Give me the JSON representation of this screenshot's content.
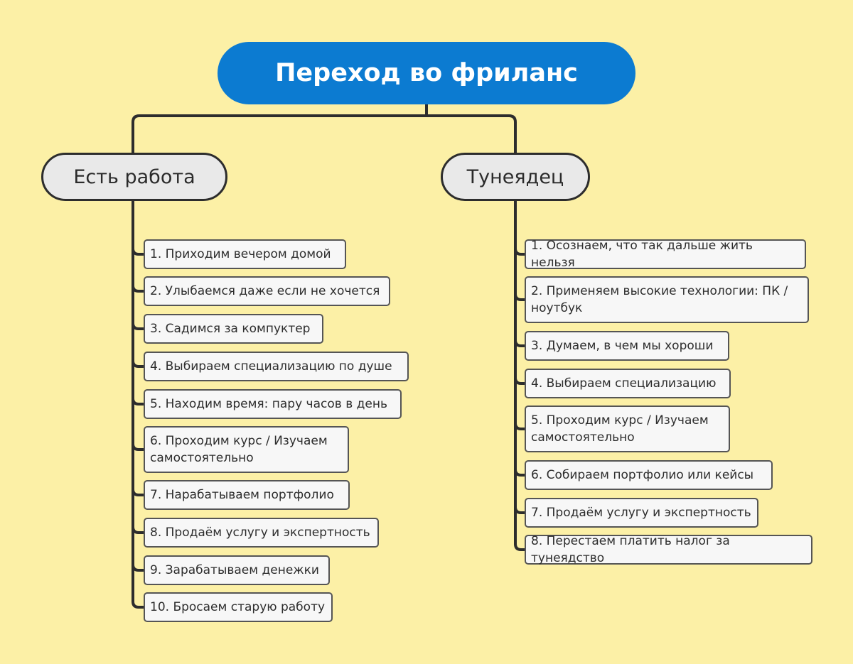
{
  "diagram": {
    "title": "Переход во фриланс",
    "branches": [
      {
        "label": "Есть работа",
        "items": [
          "1. Приходим вечером домой",
          "2. Улыбаемся даже если не хочется",
          "3. Садимся за компуктер",
          "4. Выбираем специализацию по душе",
          "5. Находим время: пару часов в день",
          "6. Проходим курс / Изучаем\nсамостоятельно",
          "7. Нарабатываем портфолио",
          "8. Продаём услугу и экспертность",
          "9. Зарабатываем денежки",
          "10. Бросаем старую работу"
        ]
      },
      {
        "label": "Тунеядец",
        "items": [
          "1. Осознаем, что так дальше жить нельзя",
          "2. Применяем высокие технологии: ПК /\nноутбук",
          "3. Думаем, в чем мы хороши",
          "4. Выбираем специализацию",
          "5. Проходим курс / Изучаем\nсамостоятельно",
          "6. Собираем портфолио или кейсы",
          "7. Продаём услугу и экспертность",
          "8. Перестаем платить налог за тунеядство"
        ]
      }
    ],
    "colors": {
      "background": "#fcf0a6",
      "root_fill": "#0c7bd1",
      "root_text": "#ffffff",
      "branch_fill": "#e9e9e9",
      "item_fill": "#f7f7f7",
      "line": "#2d2d2d"
    }
  }
}
